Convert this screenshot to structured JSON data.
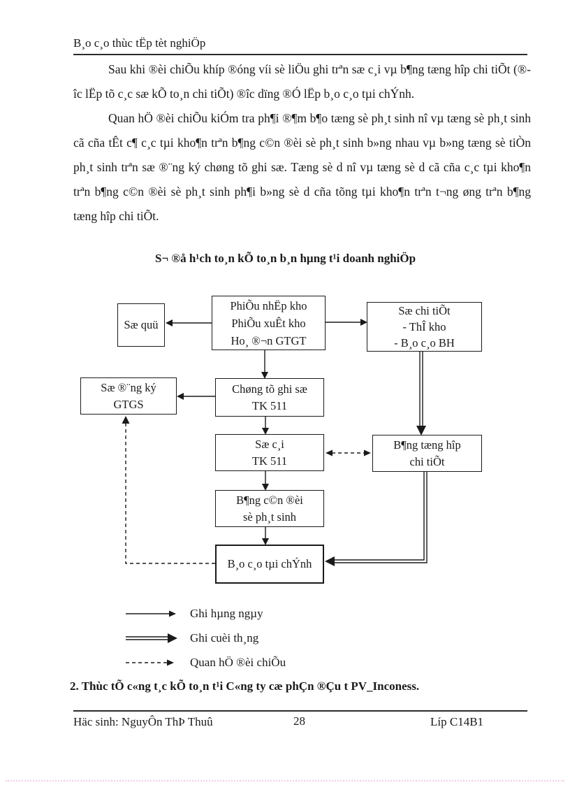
{
  "header": {
    "title": "B¸o c¸o thùc tËp tèt nghiÖp"
  },
  "paragraphs": [
    "Sau khi ®èi chiÕu khíp ®óng víi sè liÖu ghi trªn sæ c¸i vµ b¶ng tæng hîp chi tiÕt (®­îc lËp tõ c¸c sæ kÕ to¸n chi tiÕt) ®­îc  dïng ®Ó lËp b¸o c¸o tµi chÝnh.",
    "Quan hÖ ®èi chiÕu kiÓm tra ph¶i ®¶m b¶o tæng sè ph¸t sinh nî vµ tæng sè ph¸t sinh cã cña tÊt c¶ c¸c tµi kho¶n trªn b¶ng c©n ®èi sè ph¸t sinh b»ng nhau vµ b»ng tæng sè tiÒn ph¸t sinh trªn sæ ®¨ng ký chøng tõ ghi sæ. Tæng sè d­  nî vµ tæng sè d­  cã cña c¸c tµi kho¶n trªn b¶ng c©n ®èi sè ph¸t sinh ph¶i b»ng sè d­  cña tõng tµi kho¶n trªn t­¬ng  øng trªn b¶ng tæng hîp chi tiÕt."
  ],
  "diagram": {
    "title": "S¬ ®å h¹ch to¸n kÕ to¸n b¸n hµng t¹i doanh nghiÖp",
    "boxes": {
      "so_quy": {
        "lines": [
          "Sæ quü"
        ]
      },
      "phieu": {
        "lines": [
          "PhiÕu nhËp kho",
          "PhiÕu xuÊt kho",
          "Ho¸ ®¬n GTGT"
        ]
      },
      "so_chi_tiet": {
        "lines": [
          "Sæ chi tiÕt",
          "- ThÎ kho",
          "- B¸o c¸o BH"
        ]
      },
      "so_dang_ky": {
        "lines": [
          "Sæ ®¨ng ký",
          "GTGS"
        ]
      },
      "chung_tu": {
        "lines": [
          "Chøng tõ ghi sæ",
          "TK 511"
        ]
      },
      "so_cai": {
        "lines": [
          "Sæ c¸i",
          "TK 511"
        ]
      },
      "bang_tong_hop": {
        "lines": [
          "B¶ng tæng hîp",
          "chi tiÕt"
        ]
      },
      "bang_can_doi": {
        "lines": [
          "B¶ng c©n ®èi",
          "sè ph¸t sinh"
        ]
      },
      "bao_cao": {
        "lines": [
          "B¸o c¸o tµi chÝnh"
        ]
      }
    },
    "connections": [
      {
        "from": "phieu",
        "to": "so_quy",
        "style": "solid"
      },
      {
        "from": "phieu",
        "to": "so_chi_tiet",
        "style": "solid"
      },
      {
        "from": "phieu",
        "to": "chung_tu",
        "style": "solid"
      },
      {
        "from": "chung_tu",
        "to": "so_dang_ky",
        "style": "solid"
      },
      {
        "from": "chung_tu",
        "to": "so_cai",
        "style": "solid"
      },
      {
        "from": "so_cai",
        "to": "bang_can_doi",
        "style": "solid"
      },
      {
        "from": "bang_can_doi",
        "to": "bao_cao",
        "style": "solid"
      },
      {
        "from": "so_chi_tiet",
        "to": "bang_tong_hop",
        "style": "double"
      },
      {
        "from": "bang_tong_hop",
        "to": "bao_cao",
        "style": "double"
      },
      {
        "from": "so_cai",
        "to": "bang_tong_hop",
        "style": "dashed-bidirectional"
      },
      {
        "from": "bao_cao",
        "to": "so_dang_ky",
        "style": "dashed"
      }
    ],
    "legend": [
      {
        "style": "solid",
        "label": "Ghi hµng ngµy"
      },
      {
        "style": "double",
        "label": "Ghi cuèi th¸ng"
      },
      {
        "style": "dashed",
        "label": "Quan hÖ ®èi chiÕu"
      }
    ]
  },
  "section_heading": "2. Thùc tÕ c«ng t¸c kÕ to¸n t¹i C«ng ty cæ phÇn ®Çu t­   PV_Inconess.",
  "footer": {
    "left": "Häc sinh: NguyÔn ThÞ Thuû",
    "page_number": "28",
    "right": "Líp C14B1"
  },
  "colors": {
    "ink": "#1a1a1a",
    "bottom_dotted_line": "#f3cbe7",
    "background": "#ffffff"
  }
}
